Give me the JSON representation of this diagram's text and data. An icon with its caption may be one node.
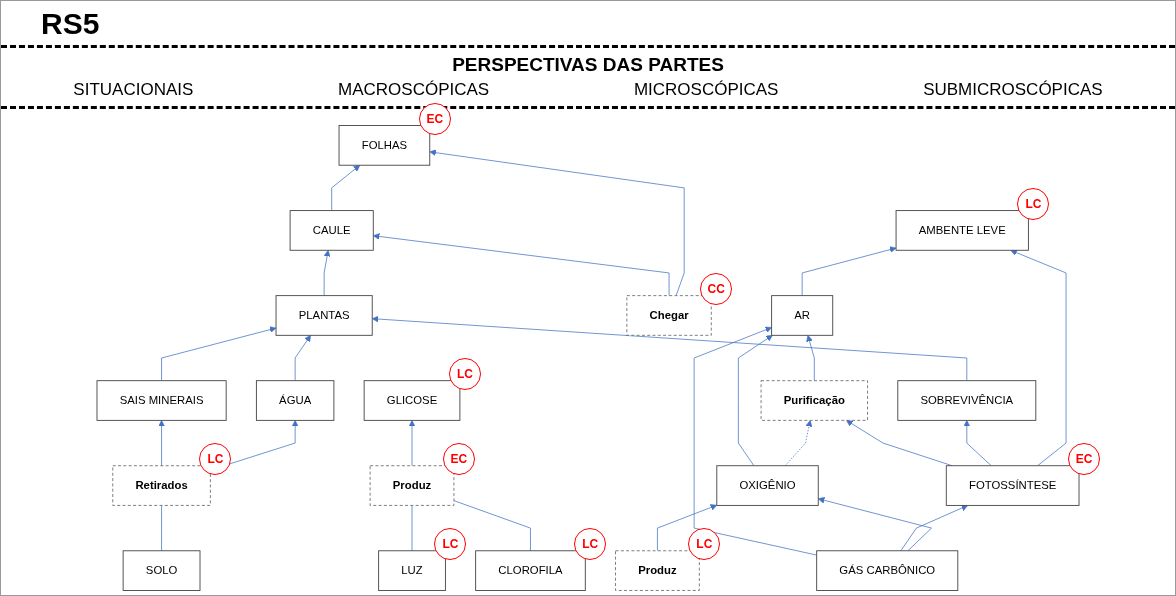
{
  "diagram": {
    "title": "RS5",
    "nodes": [
      {
        "text": [
          "SOBREVIVÊNCIA"
        ]
      },
      {
        "text": [
          "PLANTAS"
        ]
      },
      {
        "text": [
          "LUZ"
        ],
        "beside": [
          "LC"
        ]
      },
      {
        "text": [
          "CAULE"
        ]
      },
      {
        "text": [
          "Chegar"
        ],
        "beside": [
          "CC"
        ]
      },
      {
        "text": [
          "FOLHAS"
        ],
        "beside": [
          "EC"
        ]
      },
      {
        "text": [
          "SAIS MINERAIS"
        ]
      },
      {
        "text": [
          "ÁGUA"
        ]
      },
      {
        "text": [
          "SOLO"
        ]
      },
      {
        "text": [
          "Retirados"
        ],
        "beside": [
          "LC"
        ]
      },
      {
        "text": [
          "AMBENTE LEVE"
        ],
        "beside": [
          "LC"
        ]
      },
      {
        "text": [
          "AR"
        ]
      },
      {
        "text": [
          "Purificação"
        ]
      },
      {
        "text": [
          "FOTOSSÍNTESE"
        ],
        "beside": [
          "EC"
        ]
      },
      {
        "text": [
          "Produz"
        ],
        "beside": [
          "EC"
        ]
      },
      {
        "text": [
          "GLICOSE"
        ],
        "beside": [
          "LC"
        ]
      },
      {
        "text": [
          "CLOROFILA"
        ],
        "beside": [
          "LC"
        ]
      },
      {
        "text": [
          "OXIGÊNIO"
        ]
      },
      {
        "text": [
          "Produz"
        ],
        "beside": [
          "LC"
        ]
      },
      {
        "text": [
          "GÁS CARBÔNICO"
        ]
      }
    ],
    "edges": [
      {
        "from": 0,
        "to": 1,
        "arrow": "to"
      },
      {
        "from": 1,
        "to": 3,
        "arrow": "to"
      },
      {
        "from": 4,
        "to": 3,
        "arrow": "to"
      },
      {
        "from": 3,
        "to": 5,
        "arrow": "to"
      },
      {
        "from": 4,
        "to": 5,
        "arrow": "to"
      },
      {
        "from": 6,
        "to": 1,
        "arrow": "to"
      },
      {
        "from": 7,
        "to": 1,
        "arrow": "to"
      },
      {
        "from": 8,
        "to": 9,
        "arrow": "none"
      },
      {
        "from": 9,
        "to": 6,
        "arrow": "to"
      },
      {
        "from": 9,
        "to": 7,
        "arrow": "to"
      },
      {
        "from": 11,
        "to": 10,
        "arrow": "to"
      },
      {
        "from": 17,
        "to": 11,
        "arrow": "to"
      },
      {
        "from": 19,
        "to": 11,
        "arrow": "to"
      },
      {
        "from": 12,
        "to": 11,
        "arrow": "to"
      },
      {
        "from": 17,
        "to": 12,
        "arrow": "to",
        "style": "dashed"
      },
      {
        "from": 13,
        "to": 12,
        "arrow": "to"
      },
      {
        "from": 19,
        "to": 13,
        "arrow": "to"
      },
      {
        "from": 13,
        "to": 0,
        "arrow": "to"
      },
      {
        "from": 13,
        "to": 10,
        "arrow": "to"
      },
      {
        "from": 2,
        "to": 14,
        "arrow": "none"
      },
      {
        "from": 14,
        "to": 15,
        "arrow": "to"
      },
      {
        "from": 16,
        "to": 14,
        "arrow": "none"
      },
      {
        "from": 19,
        "to": 17,
        "arrow": "to"
      },
      {
        "from": 18,
        "to": 17,
        "arrow": "to"
      }
    ],
    "labels": [
      "PERSPECTIVAS DAS PARTES",
      "SITUACIONAIS",
      "MACROSCÓPICAS",
      "MICROSCÓPICAS",
      "SUBMICROSCÓPICAS"
    ]
  }
}
